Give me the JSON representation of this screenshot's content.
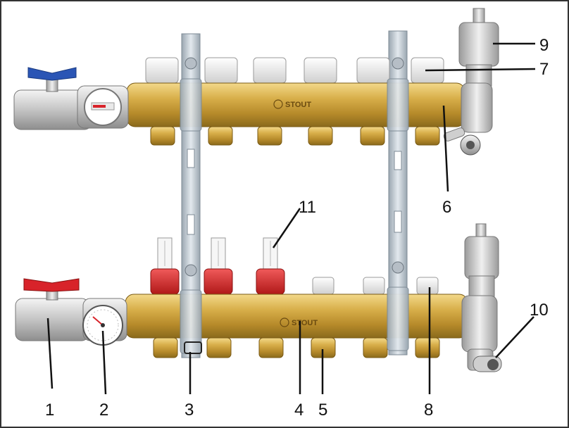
{
  "brand": "STOUT",
  "colors": {
    "brass": "#c9a13b",
    "brass_dark": "#8a6a1c",
    "nickel": "#c8c8c8",
    "valve_handle_top": "#2a55b5",
    "valve_handle_bottom": "#d8232a",
    "flowmeter_red": "#d8232a",
    "bracket": "#b9c3cc",
    "cap_white": "#f2f2f2",
    "frame_border": "#333333"
  },
  "callouts": [
    {
      "id": "1",
      "label": "1"
    },
    {
      "id": "2",
      "label": "2"
    },
    {
      "id": "3",
      "label": "3"
    },
    {
      "id": "4",
      "label": "4"
    },
    {
      "id": "5",
      "label": "5"
    },
    {
      "id": "6",
      "label": "6"
    },
    {
      "id": "7",
      "label": "7"
    },
    {
      "id": "8",
      "label": "8"
    },
    {
      "id": "9",
      "label": "9"
    },
    {
      "id": "10",
      "label": "10"
    },
    {
      "id": "11",
      "label": "11"
    }
  ]
}
